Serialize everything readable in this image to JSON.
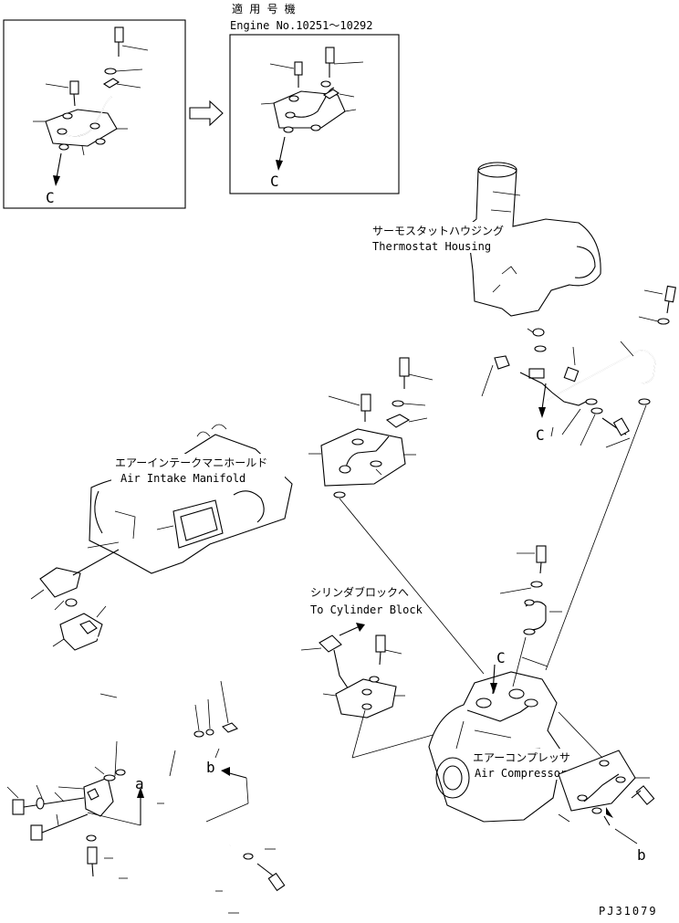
{
  "applicable": {
    "title_jp": "適 用 号 機",
    "engine_no": "Engine No.10251～10292"
  },
  "labels": {
    "thermostat_housing_jp": "サーモスタットハウジング",
    "thermostat_housing_en": "Thermostat Housing",
    "air_intake_jp": "エアーインテークマニホールド",
    "air_intake_en": "Air Intake Manifold",
    "cylinder_block_jp": "シリンダブロックへ",
    "cylinder_block_en": "To Cylinder Block",
    "air_compressor_jp": "エアーコンプレッサ",
    "air_compressor_en": "Air Compressor"
  },
  "refs": {
    "c_old": "C",
    "c_new": "C",
    "c_upper": "C",
    "c_compressor": "C",
    "a_arrow": "a",
    "b_pipe": "b",
    "b_compressor": "b"
  },
  "footer": {
    "figure_code": "PJ31079"
  }
}
